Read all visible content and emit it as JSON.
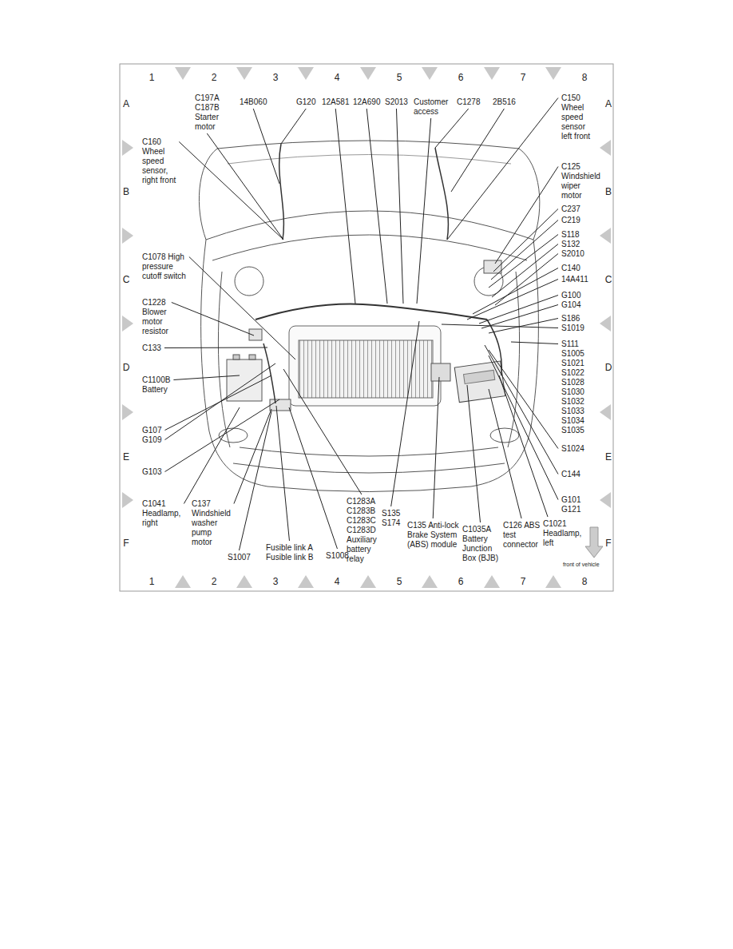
{
  "diagram": {
    "labels": [
      "1",
      "2",
      "3",
      "4",
      "5",
      "6",
      "7",
      "8",
      "A",
      "B",
      "C",
      "D",
      "E",
      "F",
      "A",
      "B",
      "C",
      "D",
      "E",
      "F",
      "1",
      "2",
      "3",
      "4",
      "5",
      "6",
      "7",
      "8",
      "C197A C187B Starter motor",
      "14B060",
      "G120",
      "12A581",
      "12A690",
      "S2013",
      "Customer access",
      "C1278",
      "2B516",
      "C150 Wheel speed sensor left front",
      "C160 Wheel speed sensor, right front",
      "C125 Windshield wiper motor",
      "C237",
      "C219",
      "S118",
      "S132",
      "S2010",
      "C140",
      "14A411",
      "G100",
      "G104",
      "S186",
      "S1019",
      "S111",
      "S1005",
      "S1021",
      "S1022",
      "S1028",
      "S1030",
      "S1032",
      "S1033",
      "S1034",
      "S1035",
      "S1024",
      "C144",
      "G101",
      "G121",
      "C1078 High pressure cutoff switch",
      "C1228 Blower motor resistor",
      "C133",
      "C1100B Battery",
      "G107",
      "G109",
      "G103",
      "C1041 Headlamp, right",
      "C137 Windshield washer pump motor",
      "S1007",
      "Fusible link A",
      "Fusible link B",
      "S1008",
      "C1283A C1283B C1283C C1283D Auxiliary battery relay",
      "S135 S174",
      "C135 Anti-lock Brake System (ABS) module",
      "C1035A Battery Junction Box (BJB)",
      "C126 ABS test connector",
      "C1021 Headlamp, left",
      "front of vehicle"
    ]
  }
}
